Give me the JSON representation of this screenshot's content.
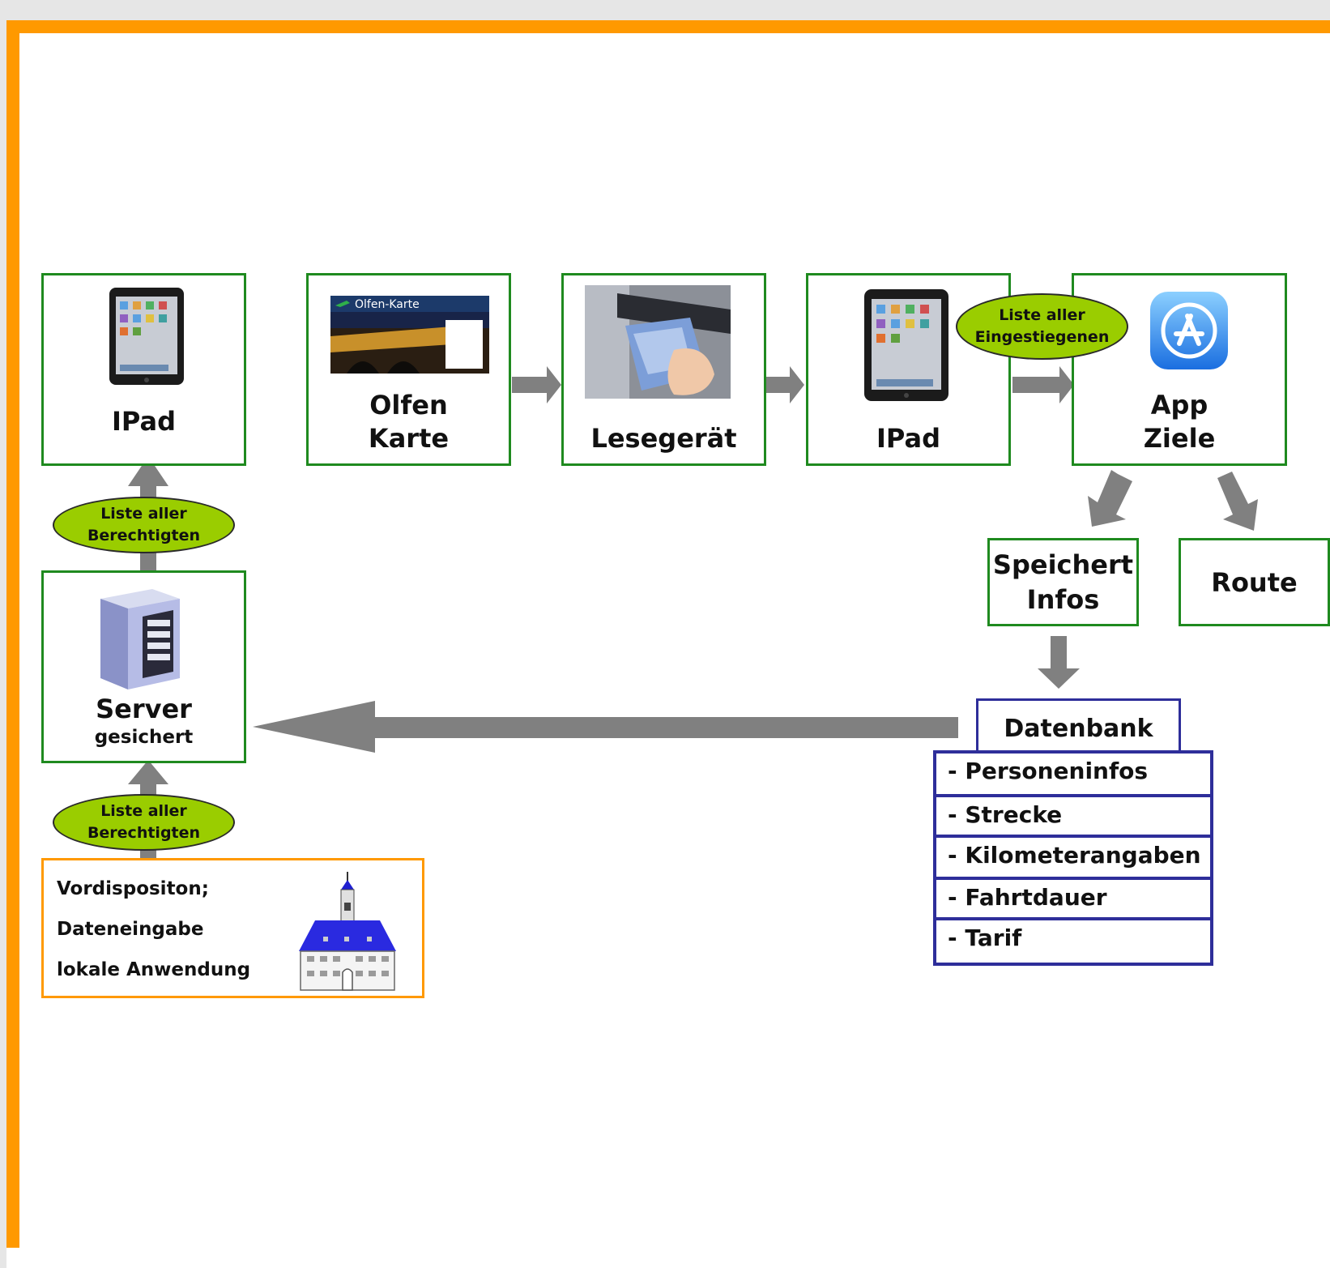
{
  "nodes": {
    "ipad_top": "IPad",
    "olfen_karte": [
      "Olfen",
      "Karte"
    ],
    "card_caption": "Olfen-Karte",
    "lesegeraet": "Lesegerät",
    "ipad_mid": "IPad",
    "app_ziele": [
      "App",
      "Ziele"
    ],
    "speichert_infos": [
      "Speichert",
      "Infos"
    ],
    "route": "Route",
    "server": "Server",
    "server_sub": "gesichert"
  },
  "ovals": {
    "berechtigten": [
      "Liste aller",
      "Berechtigten"
    ],
    "eingestiegenen": [
      "Liste aller",
      "Eingestiegenen"
    ]
  },
  "database": {
    "title": "Datenbank",
    "rows": [
      "- Personeninfos",
      "- Strecke",
      "- Kilometerangaben",
      "- Fahrtdauer",
      "- Tarif"
    ]
  },
  "local": {
    "lines": [
      "Vordispositon;",
      "Dateneingabe",
      "lokale Anwendung"
    ]
  },
  "colors": {
    "frame": "#ff9900",
    "node_border": "#1f8a1f",
    "oval_fill": "#9acd00",
    "db_border": "#2e2e9a",
    "arrow": "#808080"
  }
}
